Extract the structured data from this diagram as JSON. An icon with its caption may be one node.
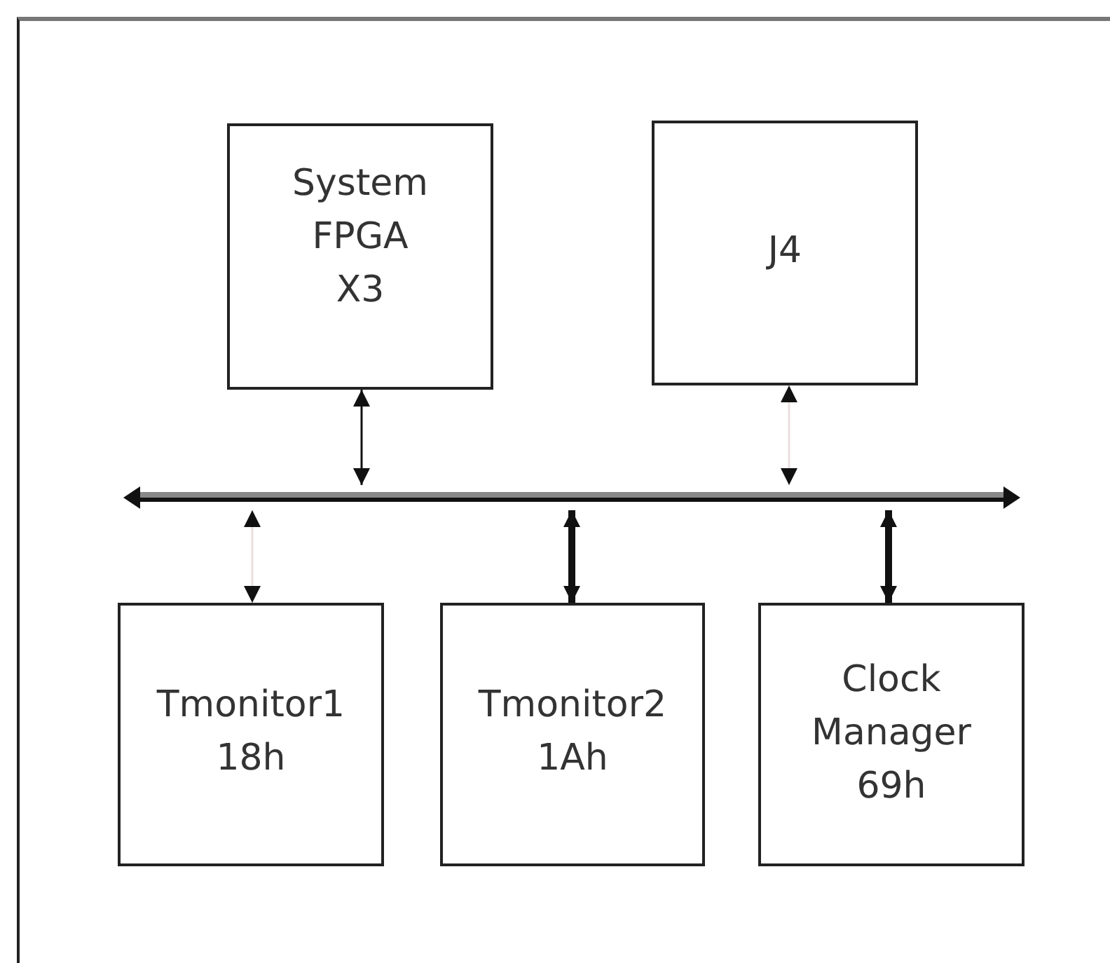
{
  "diagram": {
    "nodes": [
      {
        "text": [
          "System FPGA X3"
        ]
      },
      {
        "text": [
          "J4"
        ]
      },
      {
        "text": [],
        "shape": "bar"
      },
      {
        "text": [
          "Tmonitor1 18h"
        ]
      },
      {
        "text": [
          "Tmonitor2 1Ah"
        ]
      },
      {
        "text": [
          "Clock Manager 69h"
        ]
      }
    ],
    "edges": [
      {
        "from": 0,
        "to": 2,
        "arrow": "both"
      },
      {
        "from": 1,
        "to": 2,
        "arrow": "both",
        "color": "#eadede"
      },
      {
        "from": 2,
        "to": 3,
        "arrow": "both",
        "color": "#eadede"
      },
      {
        "from": 2,
        "to": 4,
        "arrow": "both",
        "style": "thick"
      },
      {
        "from": 2,
        "to": 5,
        "arrow": "both",
        "style": "thick"
      }
    ]
  }
}
